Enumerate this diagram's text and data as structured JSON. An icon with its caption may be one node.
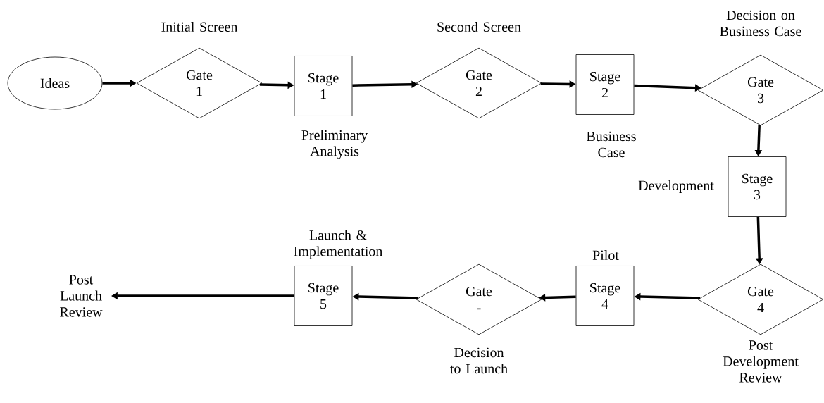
{
  "diagram": {
    "nodes": [
      {
        "text": [
          "Ideas"
        ]
      },
      {
        "text": [
          "Gate 1"
        ],
        "beside": [
          "Initial Screen"
        ]
      },
      {
        "text": [
          "Stage 1"
        ],
        "beside": [
          "Preliminary Analysis"
        ]
      },
      {
        "text": [
          "Gate 2"
        ],
        "beside": [
          "Second Screen"
        ]
      },
      {
        "text": [
          "Stage 2"
        ],
        "beside": [
          "Business Case"
        ]
      },
      {
        "text": [
          "Gate 3"
        ],
        "beside": [
          "Decision on Business Case"
        ]
      },
      {
        "text": [
          "Stage 3"
        ],
        "beside": [
          "Development"
        ]
      },
      {
        "text": [
          "Gate 4"
        ],
        "beside": [
          "Post Development Review"
        ]
      },
      {
        "text": [
          "Stage 4"
        ],
        "beside": [
          "Pilot"
        ]
      },
      {
        "text": [
          "Gate -"
        ],
        "beside": [
          "Decision to Launch"
        ]
      },
      {
        "text": [
          "Stage 5"
        ],
        "beside": [
          "Launch & Implementation"
        ]
      },
      {
        "text": [
          "Post Launch Review"
        ]
      }
    ],
    "edges": [
      {
        "from": 0,
        "to": 1,
        "arrow": "to"
      },
      {
        "from": 1,
        "to": 2,
        "arrow": "to"
      },
      {
        "from": 2,
        "to": 3,
        "arrow": "to"
      },
      {
        "from": 3,
        "to": 4,
        "arrow": "to"
      },
      {
        "from": 4,
        "to": 5,
        "arrow": "to"
      },
      {
        "from": 5,
        "to": 6,
        "arrow": "to"
      },
      {
        "from": 6,
        "to": 7,
        "arrow": "to"
      },
      {
        "from": 7,
        "to": 8,
        "arrow": "to"
      },
      {
        "from": 8,
        "to": 9,
        "arrow": "to"
      },
      {
        "from": 9,
        "to": 10,
        "arrow": "to"
      },
      {
        "from": 10,
        "to": 11,
        "arrow": "to"
      }
    ]
  }
}
